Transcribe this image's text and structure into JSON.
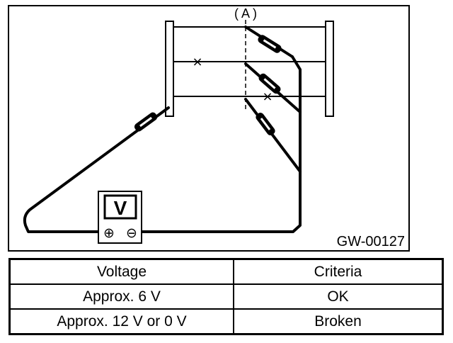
{
  "diagram": {
    "point_label": "( A )",
    "meter_label": "V",
    "meter_plus": "⊕",
    "meter_minus": "⊖",
    "break_mark": "×",
    "figure_code": "GW-00127"
  },
  "table": {
    "headers": [
      "Voltage",
      "Criteria"
    ],
    "rows": [
      [
        "Approx. 6 V",
        "OK"
      ],
      [
        "Approx. 12 V or 0 V",
        "Broken"
      ]
    ]
  }
}
